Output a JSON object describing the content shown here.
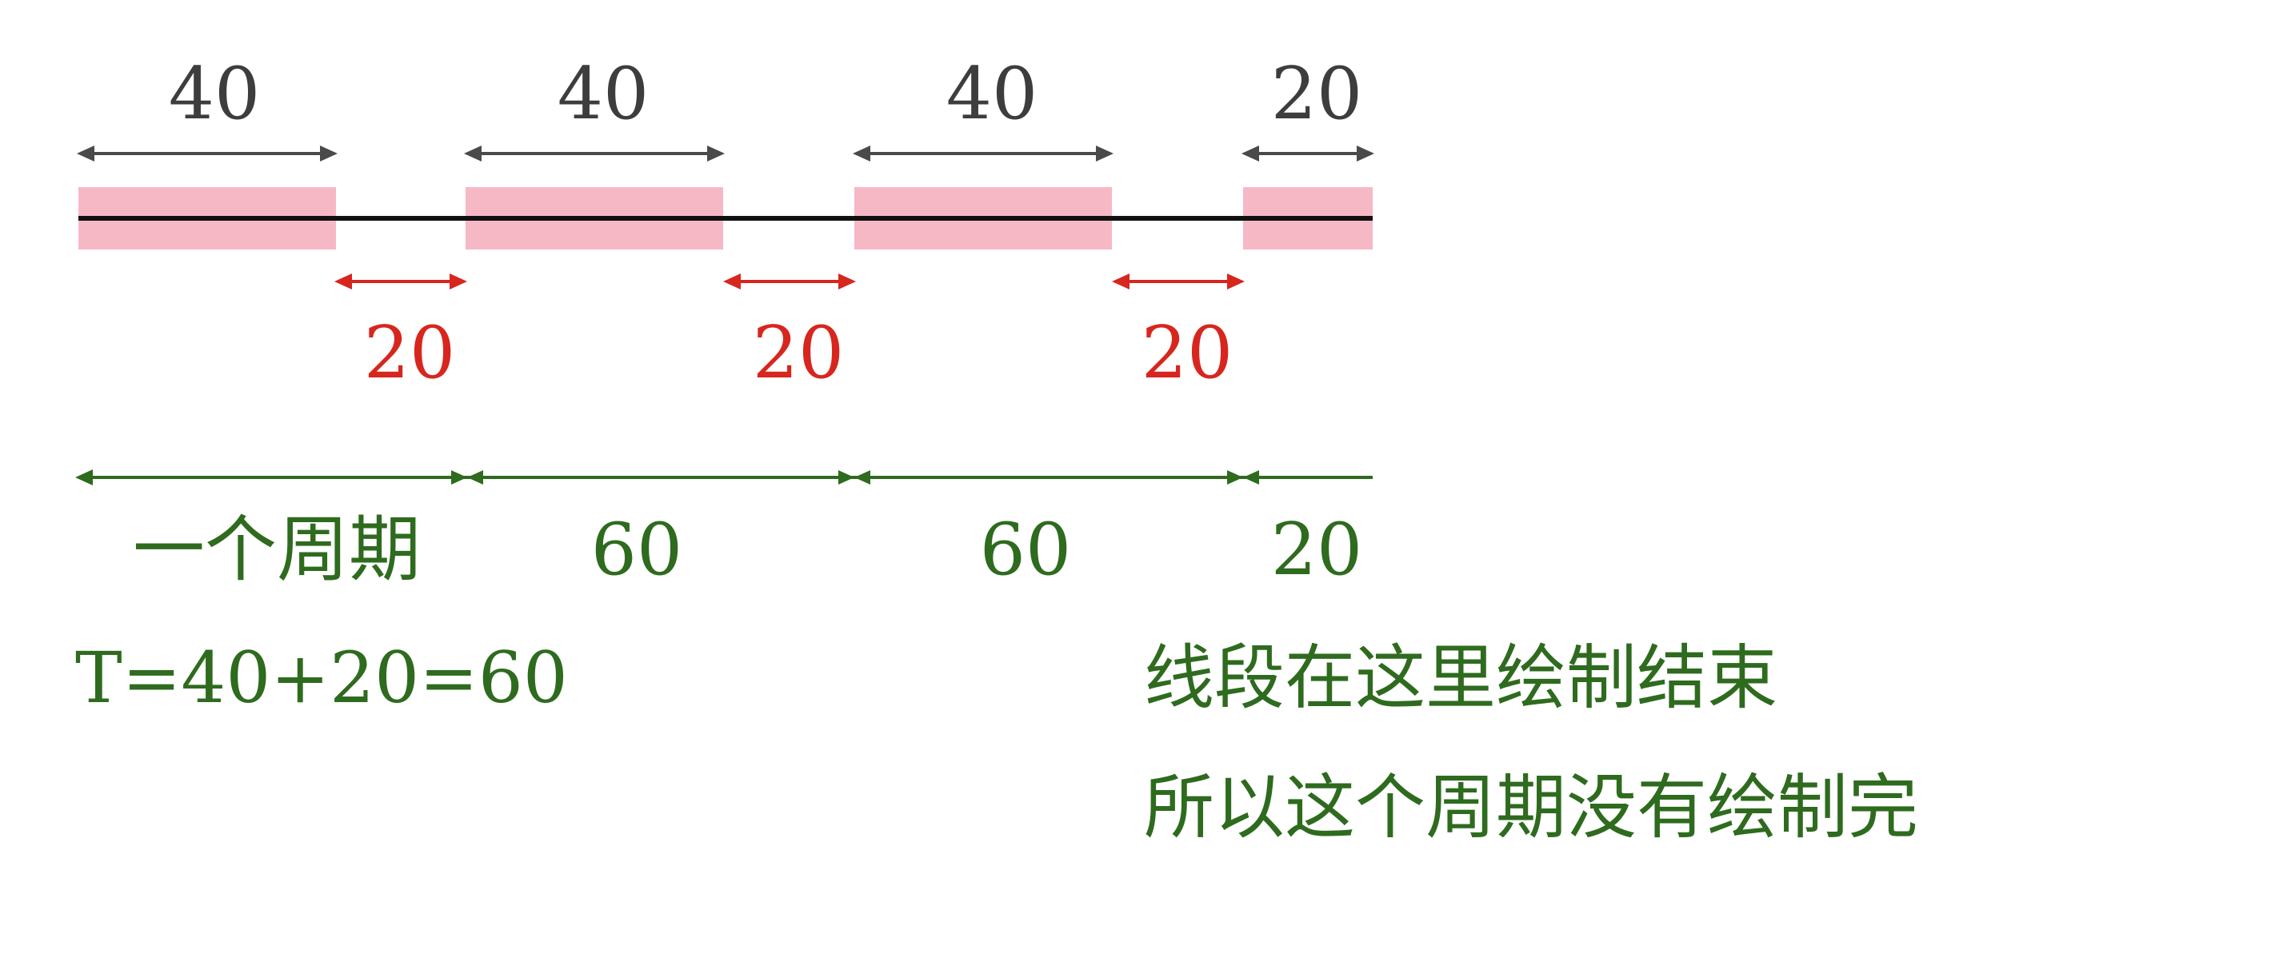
{
  "colors": {
    "background": "#ffffff",
    "dash_fill": "#f7b8c6",
    "line": "#111111",
    "dash_arrow": "#4a4a4a",
    "dash_label": "#3d3d3d",
    "gap": "#d7261e",
    "period": "#2e6b1e"
  },
  "dash_labels": [
    "40",
    "40",
    "40",
    "20"
  ],
  "gap_labels": [
    "20",
    "20",
    "20"
  ],
  "period_labels": [
    "一个周期",
    "60",
    "60",
    "20"
  ],
  "formula": "T=40+20=60",
  "notes": [
    "线段在这里绘制结束",
    "所以这个周期没有绘制完"
  ]
}
